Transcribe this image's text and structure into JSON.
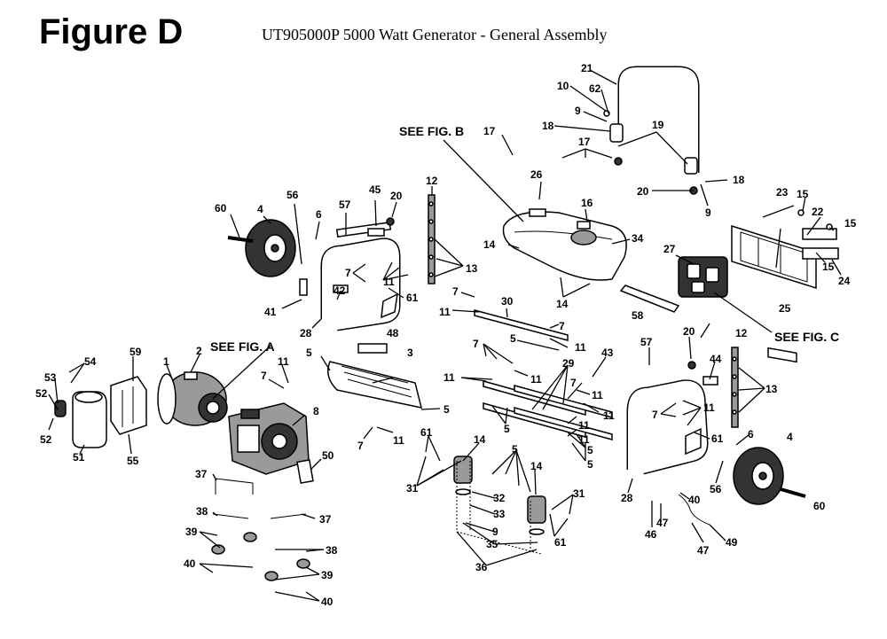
{
  "header": {
    "figure_label": "Figure D",
    "title": "UT905000P 5000 Watt Generator - General Assembly"
  },
  "references": {
    "fig_a": "SEE FIG. A",
    "fig_b": "SEE FIG. B",
    "fig_c": "SEE FIG. C"
  },
  "callouts": [
    "1",
    "2",
    "3",
    "4",
    "5",
    "6",
    "7",
    "8",
    "9",
    "10",
    "11",
    "12",
    "13",
    "14",
    "15",
    "16",
    "17",
    "18",
    "19",
    "20",
    "21",
    "22",
    "23",
    "24",
    "25",
    "26",
    "27",
    "28",
    "29",
    "30",
    "31",
    "32",
    "33",
    "34",
    "35",
    "36",
    "37",
    "38",
    "39",
    "40",
    "41",
    "42",
    "43",
    "44",
    "45",
    "46",
    "47",
    "48",
    "49",
    "50",
    "51",
    "52",
    "53",
    "54",
    "55",
    "56",
    "57",
    "58",
    "59",
    "60",
    "61",
    "62"
  ]
}
